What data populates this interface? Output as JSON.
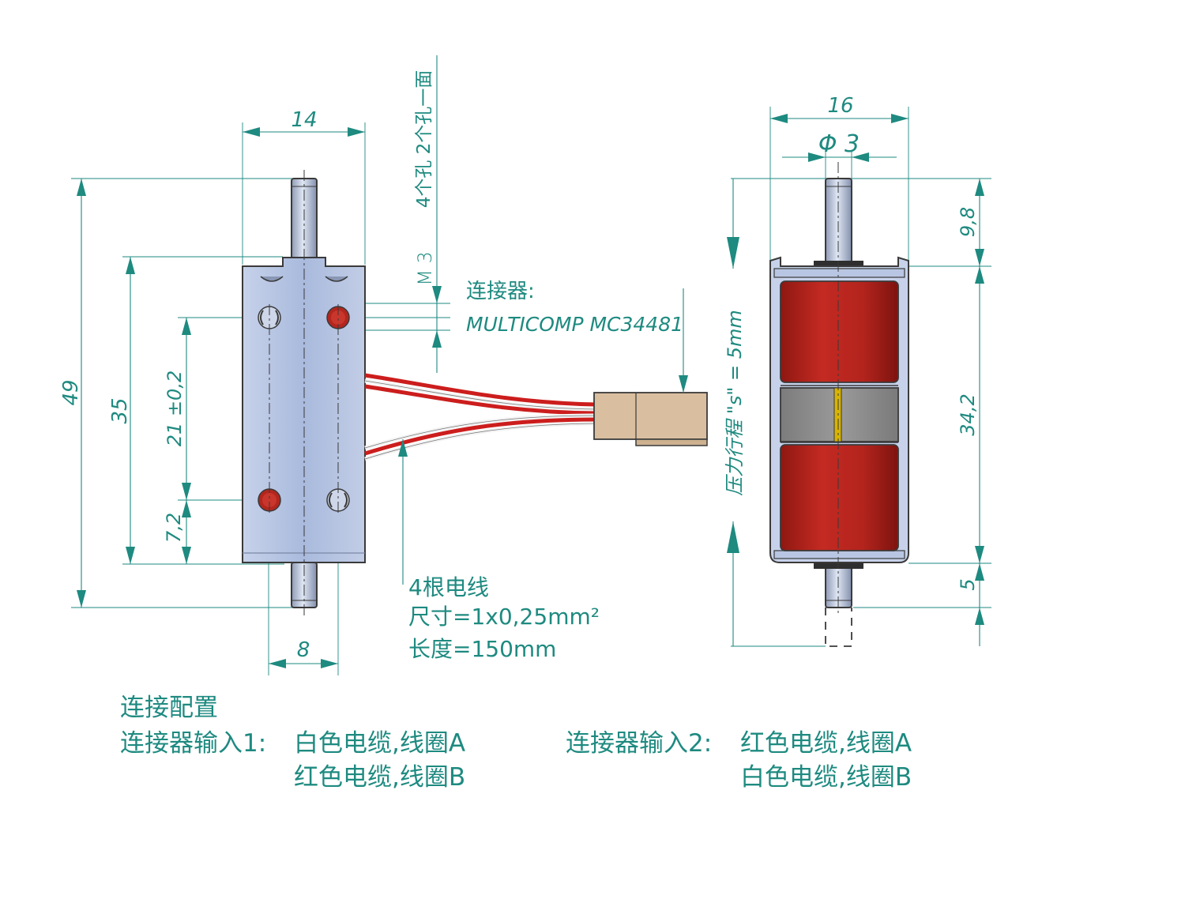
{
  "dimensions": {
    "left_width": "14",
    "left_height": "49",
    "left_body": "35",
    "left_hole_pitch": "21 ±0,2",
    "left_hole_offset": "7,2",
    "left_hole_spacing": "8",
    "thread": "M 3",
    "holes_note": "4个孔 2个孔一面",
    "right_width": "16",
    "right_shaft_dia": "Φ 3",
    "right_shaft_top": "9,8",
    "right_body": "34,2",
    "right_shaft_bottom": "5",
    "stroke_note": "压力行程 \"s\" = 5mm"
  },
  "connector": {
    "label": "连接器:",
    "part": "MULTICOMP MC34481"
  },
  "wires": {
    "line1": "4根电线",
    "line2": "尺寸=1x0,25mm²",
    "line3": "长度=150mm"
  },
  "config": {
    "title": "连接配置",
    "input1_label": "连接器输入1:",
    "input1_a": "白色电缆,线圈A",
    "input1_b": "红色电缆,线圈B",
    "input2_label": "连接器输入2:",
    "input2_a": "红色电缆,线圈A",
    "input2_b": "白色电缆,线圈B"
  },
  "colors": {
    "dimension": "#1e8a80",
    "body": "#aebfe0",
    "coil": "#b3261e",
    "connector": "#d9bf9f",
    "core": "#8c8c8c"
  }
}
